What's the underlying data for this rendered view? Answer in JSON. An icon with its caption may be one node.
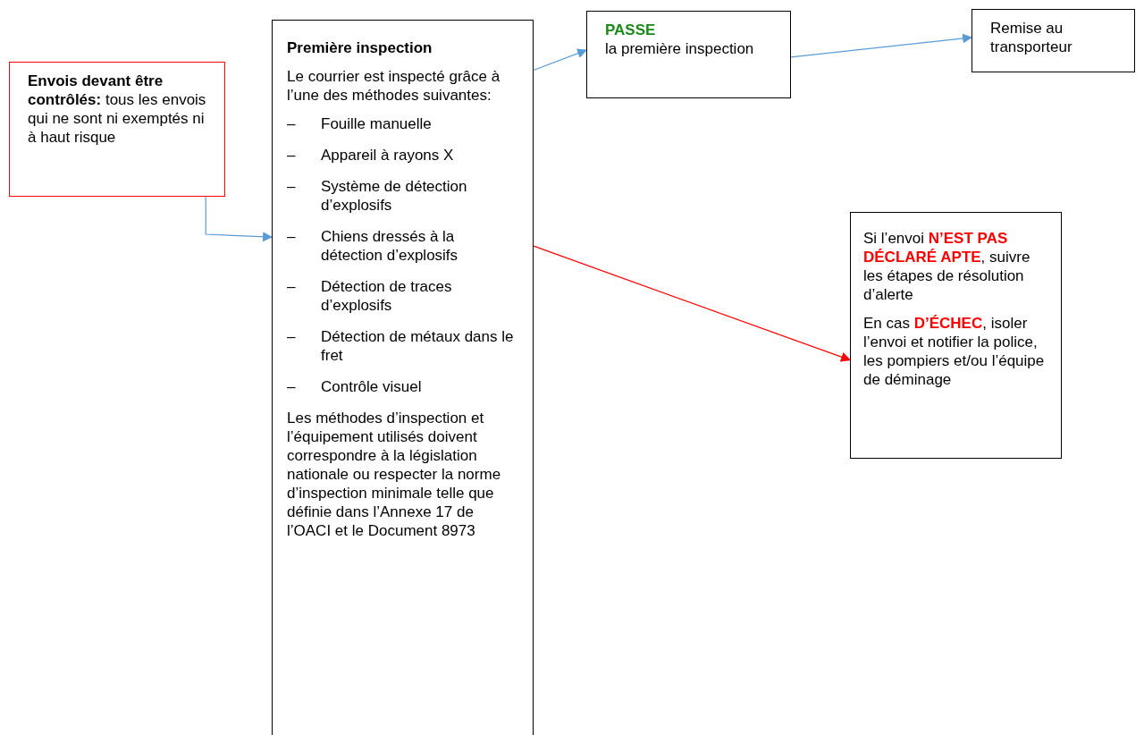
{
  "diagram": {
    "nodes": [
      {
        "text": [
          "**Envois devant être contrôlés:** tous les envois qui ne sont ni exemptés ni à haut risque"
        ]
      },
      {
        "text": [
          "Première inspection",
          "Le courrier est inspecté grâce à l’une des méthodes suivantes:",
          "–",
          "Fouille manuelle",
          "–",
          "Appareil à rayons X",
          "–",
          "Système de détection d’explosifs",
          "–",
          "Chiens dressés à la détection d’explosifs",
          "–",
          "Détection de traces d’explosifs",
          "–",
          "Détection de métaux dans le fret",
          "–",
          "Contrôle visuel",
          "Les méthodes d’inspection et l’équipement utilisés doivent correspondre à la législation nationale ou respecter la norme d’inspection minimale telle que définie dans l’Annexe 17 de l’OACI et le Document 8973"
        ]
      },
      {
        "text": [
          "PASSE",
          "la première inspection"
        ]
      },
      {
        "text": [
          "Remise au transporteur"
        ]
      },
      {
        "text": [
          "Si l’envoi **N’EST PAS DÉCLARÉ APTE**, suivre les étapes de résolution d’alerte",
          "En cas **D’ÉCHEC**, isoler l’envoi et notifier la police, les pompiers et/ou l’équipe de déminage"
        ]
      }
    ],
    "edges": [
      {
        "from": 0,
        "to": 1,
        "arrow": "to"
      },
      {
        "from": 1,
        "to": 2,
        "arrow": "to"
      },
      {
        "from": 2,
        "to": 3,
        "arrow": "to"
      },
      {
        "from": 1,
        "to": 4,
        "arrow": "to",
        "color": "#ff0000"
      }
    ]
  }
}
